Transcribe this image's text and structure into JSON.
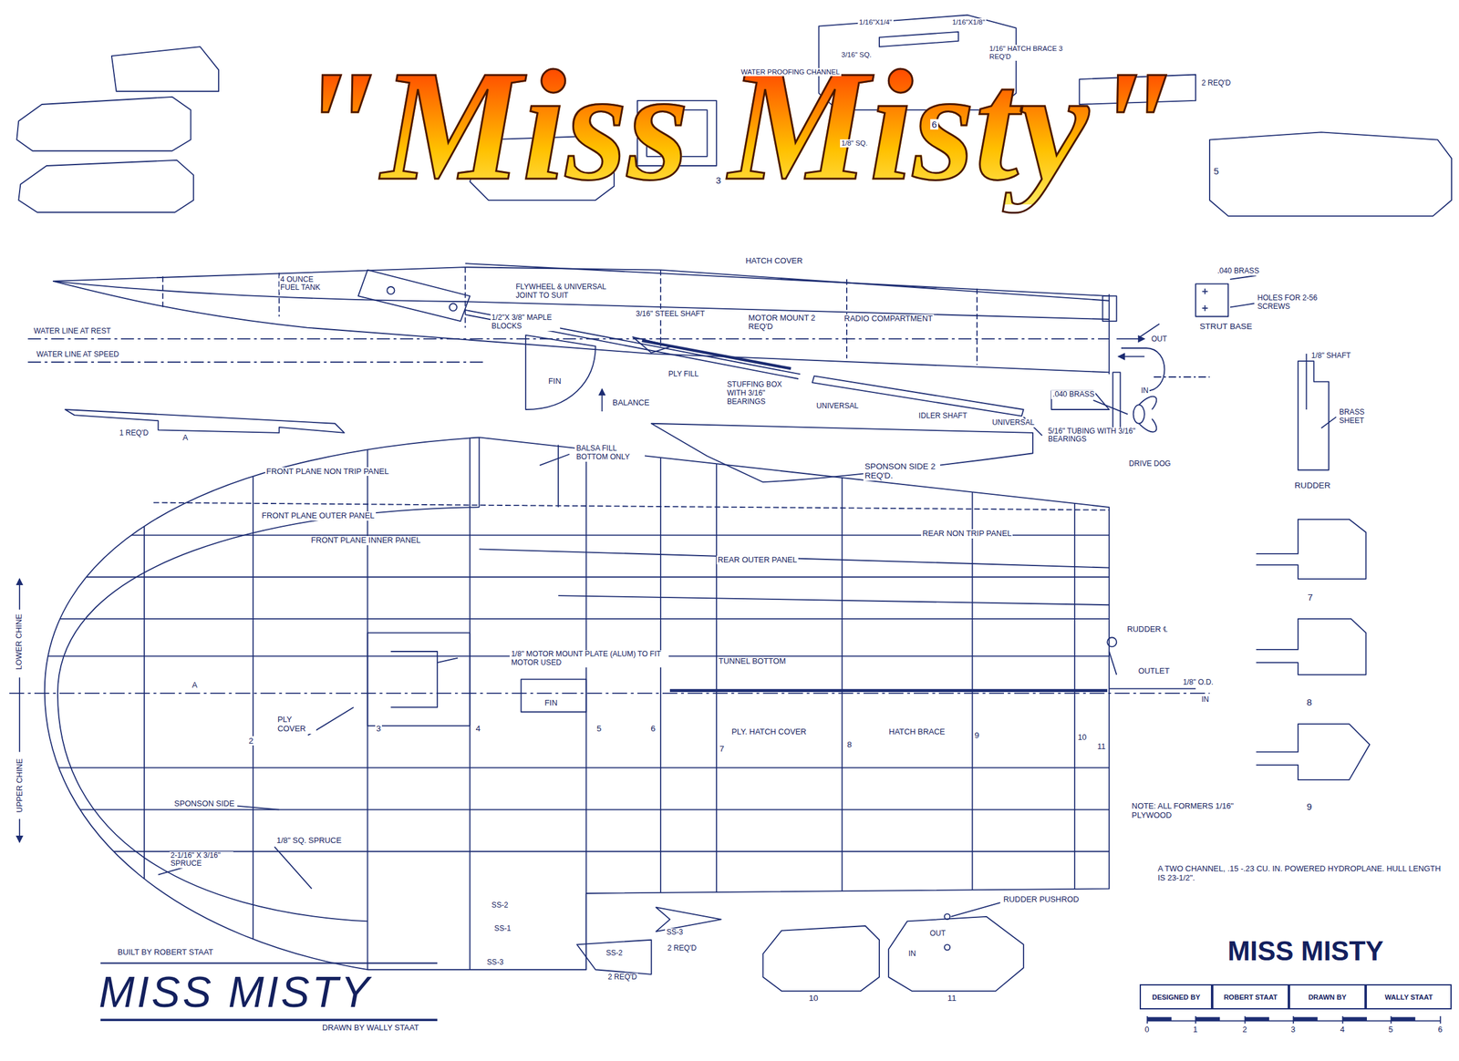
{
  "diagram": {
    "title": "\"Miss Misty\"",
    "nodes": [
      {
        "text": [
          "DESIGNED BY"
        ]
      },
      {
        "text": [
          "ROBERT STAAT"
        ]
      },
      {
        "text": [
          "DRAWN BY"
        ]
      },
      {
        "text": [
          "WALLY STAAT"
        ]
      }
    ],
    "labels": [
      "1/16\"X1/4\"",
      "1/16\"X1/8\"",
      "3/16\" SQ.",
      "1/16\" HATCH BRACE 3 REQ'D",
      "WATER PROOFING CHANNEL",
      "6",
      "2 REQ'D",
      "1/8\" SQ.",
      "3",
      "5",
      "HATCH COVER",
      "4 OUNCE FUEL TANK",
      "FLYWHEEL & UNIVERSAL JOINT TO SUIT",
      "1/2\"X 3/8\" MAPLE BLOCKS",
      "3/16\" STEEL SHAFT",
      "MOTOR MOUNT 2 REQ'D",
      "RADIO COMPARTMENT",
      "OUT",
      ".040 BRASS",
      "HOLES FOR 2-56 SCREWS",
      "STRUT BASE",
      "WATER LINE AT REST",
      "WATER LINE AT SPEED",
      "1/8\" SHAFT",
      "PLY FILL",
      "FIN",
      "BALANCE",
      "STUFFING BOX WITH 3/16\" BEARINGS",
      "UNIVERSAL",
      "IDLER SHAFT",
      "UNIVERSAL",
      ".040 BRASS",
      "IN",
      "BRASS SHEET",
      "1 REQ'D",
      "A",
      "5/16\" TUBING WITH 3/16\" BEARINGS",
      "BALSA FILL BOTTOM ONLY",
      "SPONSON SIDE 2 REQ'D.",
      "DRIVE DOG",
      "RUDDER",
      "FRONT PLANE NON TRIP PANEL",
      "FRONT PLANE OUTER PANEL",
      "FRONT PLANE INNER PANEL",
      "REAR NON TRIP PANEL",
      "REAR OUTER PANEL",
      "7",
      "RUDDER ℄",
      "LOWER CHINE",
      "UPPER CHINE",
      "1/8\" MOTOR MOUNT PLATE (ALUM) TO FIT MOTOR USED",
      "TUNNEL BOTTOM",
      "OUTLET",
      "1/8\" O.D.",
      "IN",
      "A",
      "FIN",
      "8",
      "PLY COVER",
      "2",
      "3",
      "4",
      "5",
      "6",
      "7",
      "PLY. HATCH COVER",
      "8",
      "HATCH BRACE",
      "9",
      "10",
      "11",
      "9",
      "NOTE: ALL FORMERS 1/16\" PLYWOOD",
      "SPONSON SIDE",
      "1/8\" SQ. SPRUCE",
      "2-1/16\" X 3/16\" SPRUCE",
      "A TWO CHANNEL, .15 -.23 CU. IN. POWERED HYDROPLANE. HULL LENGTH IS 23-1/2\".",
      "SS-2",
      "SS-1",
      "SS-3",
      "SS-3",
      "2 REQ'D",
      "SS-2",
      "2 REQ'D",
      "RUDDER PUSHROD",
      "OUT",
      "IN",
      "10",
      "11",
      "BUILT BY ROBERT STAAT",
      "MISS MISTY",
      "DRAWN BY WALLY STAAT",
      "MISS MISTY",
      "0",
      "1",
      "2",
      "3",
      "4",
      "5",
      "6"
    ]
  }
}
